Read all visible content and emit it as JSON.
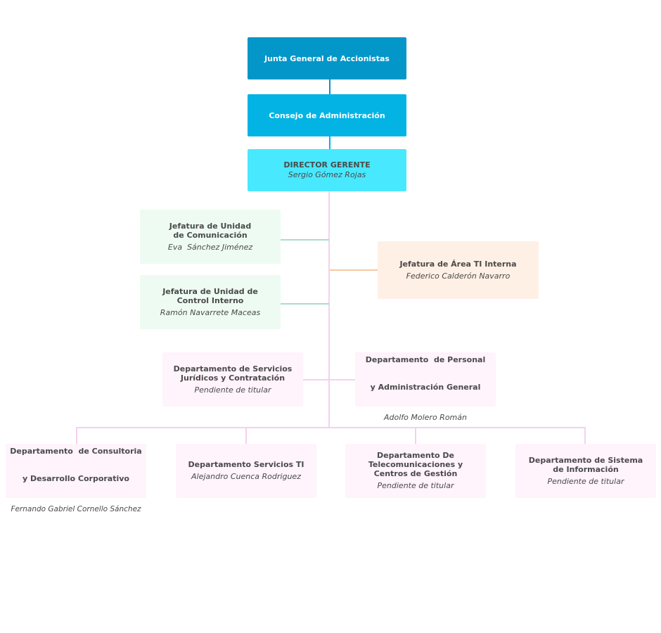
{
  "nodes": {
    "junta": {
      "title": "Junta General de Accionistas"
    },
    "consejo": {
      "title": "Consejo de Administración"
    },
    "director": {
      "title": "DIRECTOR GERENTE",
      "name": "Sergio Gómez Rojas"
    },
    "comunicacion": {
      "title_lines": [
        "Jefatura de Unidad",
        "de Comunicación"
      ],
      "name": "Eva  Sánchez Jiménez"
    },
    "control": {
      "title_lines": [
        "Jefatura de Unidad de",
        "Control Interno"
      ],
      "name": "Ramón Navarrete Maceas"
    },
    "area_ti": {
      "title": "Jefatura de Área TI Interna",
      "name": "Federico Calderón Navarro"
    },
    "juridicos": {
      "title_lines": [
        "Departamento de Servicios",
        "Jurídicos y Contratación"
      ],
      "name": "Pendiente de titular"
    },
    "personal": {
      "title_lines": [
        "Departamento  de Personal",
        "y Administración General"
      ],
      "name": "Adolfo Molero Román"
    },
    "consultoria": {
      "title_lines": [
        "Departamento  de Consultoria",
        "y Desarrollo Corporativo"
      ],
      "name": "Fernando Gabriel Cornello Sánchez"
    },
    "servicios_ti": {
      "title": "Departamento Servicios TI",
      "name": "Alejandro Cuenca Rodriguez"
    },
    "telecom": {
      "title_lines": [
        "Departamento De",
        "Telecomunicaciones y",
        "Centros de Gestión"
      ],
      "name": "Pendiente de titular"
    },
    "sistema": {
      "title_lines": [
        "Departamento de Sistema",
        "de Información"
      ],
      "name": "Pendiente de titular"
    }
  },
  "colors": {
    "junta": "#0296c9",
    "consejo": "#02b3e4",
    "director": "#48e8ff",
    "green": "#eefbf2",
    "orange": "#fff0e5",
    "pink": "#fff3fc",
    "line_blue_dark": "#0296c9",
    "line_blue": "#02b3e4",
    "line_pink": "#f5d0f0",
    "line_green": "#a6ded0",
    "line_orange": "#f5c8a0"
  }
}
